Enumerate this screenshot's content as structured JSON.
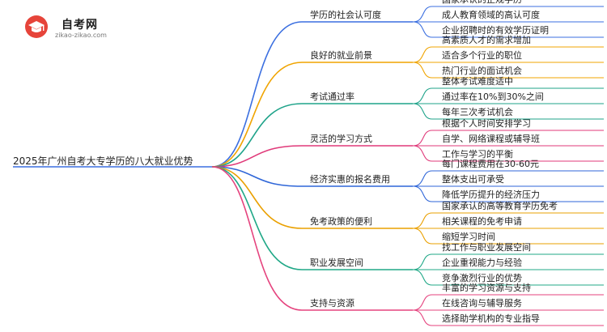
{
  "logo": {
    "title": "自考网",
    "url": "zikao-zikao.com",
    "icon": "graduation-cap-icon"
  },
  "root": "2025年广州自考大专学历的八大就业优势",
  "branches": [
    {
      "label": "学历的社会认可度",
      "color": "#3b6fe0",
      "children": [
        "国家承认的正规学历",
        "成人教育领域的高认可度",
        "企业招聘时的有效学历证明"
      ]
    },
    {
      "label": "良好的就业前景",
      "color": "#f0a400",
      "children": [
        "高素质人才的需求增加",
        "适合多个行业的职位",
        "热门行业的面试机会"
      ]
    },
    {
      "label": "考试通过率",
      "color": "#1fa38a",
      "children": [
        "整体考试难度适中",
        "通过率在10%到30%之间",
        "每年三次考试机会"
      ]
    },
    {
      "label": "灵活的学习方式",
      "color": "#e03a7a",
      "children": [
        "根据个人时间安排学习",
        "自学、网络课程或辅导班",
        "工作与学习的平衡"
      ]
    },
    {
      "label": "经济实惠的报名费用",
      "color": "#2f66d8",
      "children": [
        "每门课程费用在30-60元",
        "整体支出可承受",
        "降低学历提升的经济压力"
      ]
    },
    {
      "label": "免考政策的便利",
      "color": "#eaa000",
      "children": [
        "国家承认的高等教育学历免考",
        "相关课程的免考申请",
        "缩短学习时间"
      ]
    },
    {
      "label": "职业发展空间",
      "color": "#20a887",
      "children": [
        "找工作与职业发展空间",
        "企业重视能力与经验",
        "竞争激烈行业的优势"
      ]
    },
    {
      "label": "支持与资源",
      "color": "#e5437e",
      "children": [
        "丰富的学习资源与支持",
        "在线咨询与辅导服务",
        "选择助学机构的专业指导"
      ]
    }
  ]
}
